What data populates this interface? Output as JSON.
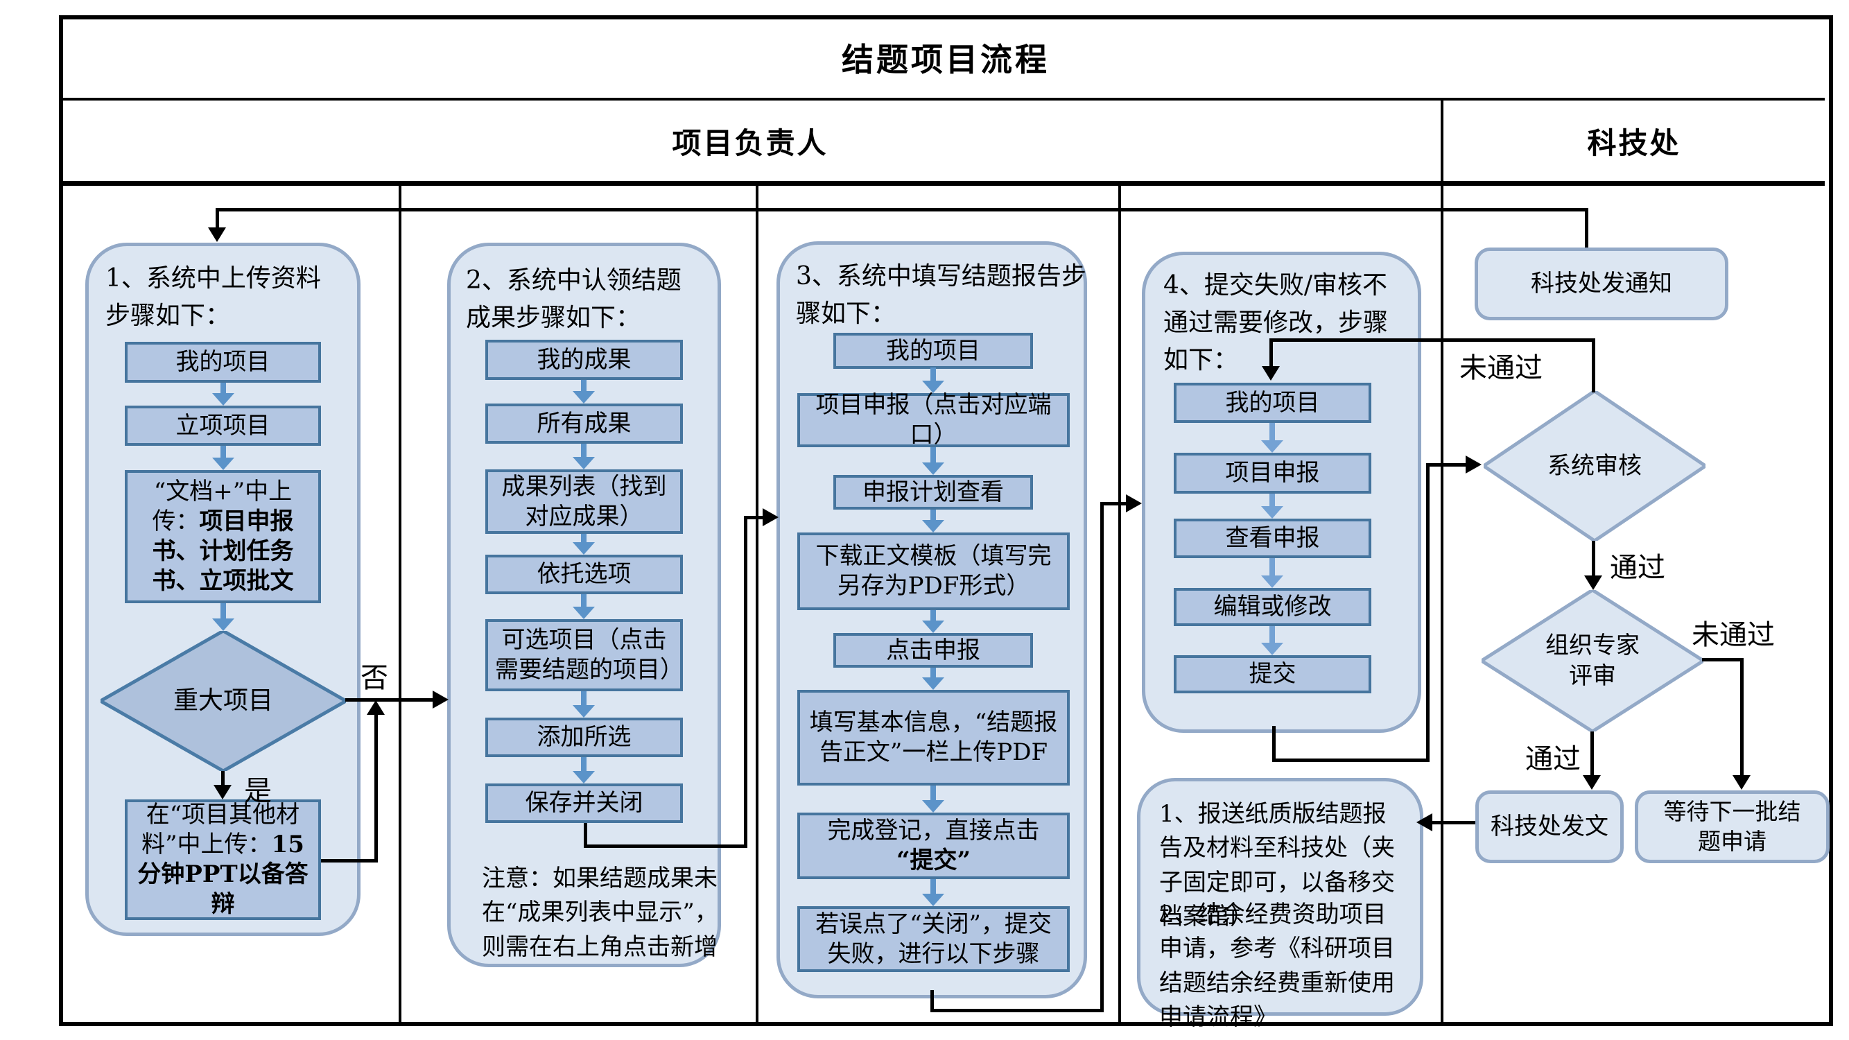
{
  "title": "结题项目流程",
  "headers": {
    "owner": "项目负责人",
    "office": "科技处"
  },
  "labels": {
    "yes": "是",
    "no": "否",
    "pass": "通过",
    "fail": "未通过"
  },
  "lane1": {
    "heading": "1、系统中上传资料步骤如下：",
    "step1": "我的项目",
    "step2": "立项项目",
    "step3_pre": "“文档+”中上传：",
    "step3_bold": "项目申报书、计划任务书、立项批文",
    "decision": "重大项目",
    "step4_pre": "在“项目其他材料”中上传：",
    "step4_bold": "15分钟PPT以备答辩"
  },
  "lane2": {
    "heading": "2、系统中认领结题成果步骤如下：",
    "step1": "我的成果",
    "step2": "所有成果",
    "step3": "成果列表（找到对应成果）",
    "step4": "依托选项",
    "step5": "可选项目（点击需要结题的项目）",
    "step6": "添加所选",
    "step7": "保存并关闭",
    "note": "注意：如果结题成果未在“成果列表中显示”，则需在右上角点击新增"
  },
  "lane3": {
    "heading": "3、系统中填写结题报告步骤如下：",
    "step1": "我的项目",
    "step2": "项目申报（点击对应端口）",
    "step3": "申报计划查看",
    "step4": "下载正文模板（填写完另存为PDF形式）",
    "step5": "点击申报",
    "step6": "填写基本信息，“结题报告正文”一栏上传PDF",
    "step7_pre": "完成登记，直接点击",
    "step7_bold": "“提交”",
    "step8": "若误点了“关闭”，提交失败，进行以下步骤"
  },
  "lane4": {
    "heading": "4、提交失败/审核不通过需要修改，步骤如下：",
    "step1": "我的项目",
    "step2": "项目申报",
    "step3": "查看申报",
    "step4": "编辑或修改",
    "step5": "提交",
    "note1": "1、报送纸质版结题报告及材料至科技处（夹子固定即可，以备移交档案馆）",
    "note2": "2、结余经费资助项目申请，参考《科研项目结题结余经费重新使用申请流程》"
  },
  "office": {
    "notify": "科技处发通知",
    "sys_review": "系统审核",
    "expert_review": "组织专家评审",
    "issue_doc": "科技处发文",
    "wait_next": "等待下一批结题申请"
  },
  "colors": {
    "container-fill": "#dce6f2",
    "container-stroke": "#93a9c7",
    "box-fill": "#b3c6e2",
    "box-stroke": "#46759e",
    "diamond-fill": "#aec1dc",
    "diamond-stroke": "#4a7ba6",
    "arrow-blue": "#5b93c9",
    "arrow-blue-light": "#74a2d4"
  }
}
